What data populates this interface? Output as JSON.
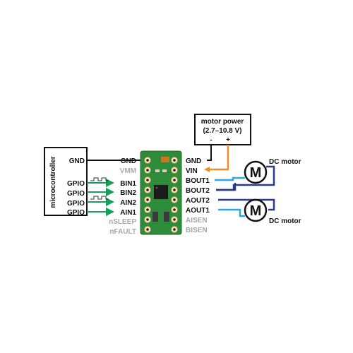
{
  "microcontroller": {
    "title": "microcontroller",
    "pins": {
      "gnd": "GND",
      "gpio1": "GPIO",
      "gpio2": "GPIO",
      "gpio3": "GPIO",
      "gpio4": "GPIO"
    }
  },
  "motor_power": {
    "title": "motor power",
    "range": "(2.7–10.8 V)",
    "minus": "-",
    "plus": "+"
  },
  "board_left_pins": {
    "gnd": "GND",
    "vmm": "VMM",
    "bin1": "BIN1",
    "bin2": "BIN2",
    "ain2": "AIN2",
    "ain1": "AIN1",
    "nsleep": "nSLEEP",
    "nfault": "nFAULT"
  },
  "board_right_pins": {
    "gnd": "GND",
    "vin": "VIN",
    "bout1": "BOUT1",
    "bout2": "BOUT2",
    "aout2": "AOUT2",
    "aout1": "AOUT1",
    "aisen": "AISEN",
    "bisen": "BISEN"
  },
  "motors": {
    "top": {
      "symbol": "M",
      "label": "DC motor"
    },
    "bottom": {
      "symbol": "M",
      "label": "DC motor"
    }
  },
  "colors": {
    "signal_arrow": "#16a05a",
    "power_wire": "#f08c2a",
    "motor_b_wire_1": "#2aa8e0",
    "motor_b_wire_2": "#2c3a8e",
    "board": "#2e8b3c",
    "dim_text": "#a8a8a8"
  }
}
